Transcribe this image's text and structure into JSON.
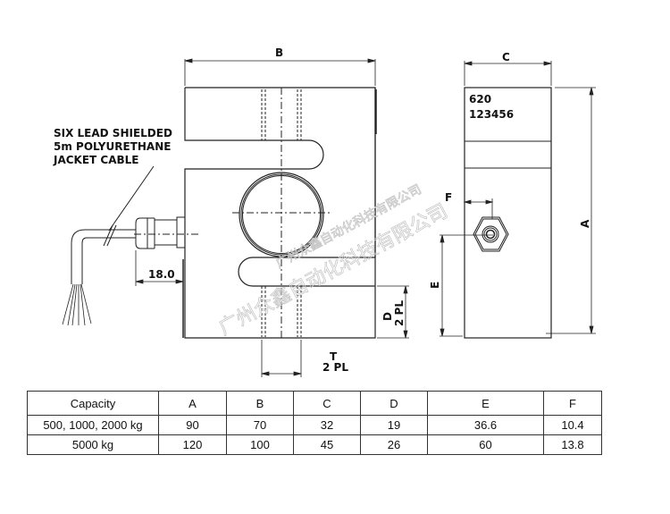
{
  "drawing": {
    "cable_note": [
      "SIX LEAD SHIELDED",
      "5m POLYURETHANE",
      "JACKET CABLE"
    ],
    "dim_18": "18.0",
    "label_b": "B",
    "label_c": "C",
    "label_a": "A",
    "label_d": "D",
    "label_d_pl": "2 PL",
    "label_e": "E",
    "label_f": "F",
    "label_t": "T",
    "label_t_pl": "2 PL",
    "model": "620",
    "serial": "123456",
    "watermark": [
      "广州众鑫自动化科技有限公司",
      "广州众鑫自动化科技有限公司"
    ]
  },
  "table": {
    "headers": [
      "Capacity",
      "A",
      "B",
      "C",
      "D",
      "E",
      "F"
    ],
    "rows": [
      [
        "500, 1000, 2000 kg",
        "90",
        "70",
        "32",
        "19",
        "36.6",
        "10.4"
      ],
      [
        "5000 kg",
        "120",
        "100",
        "45",
        "26",
        "60",
        "13.8"
      ]
    ]
  }
}
